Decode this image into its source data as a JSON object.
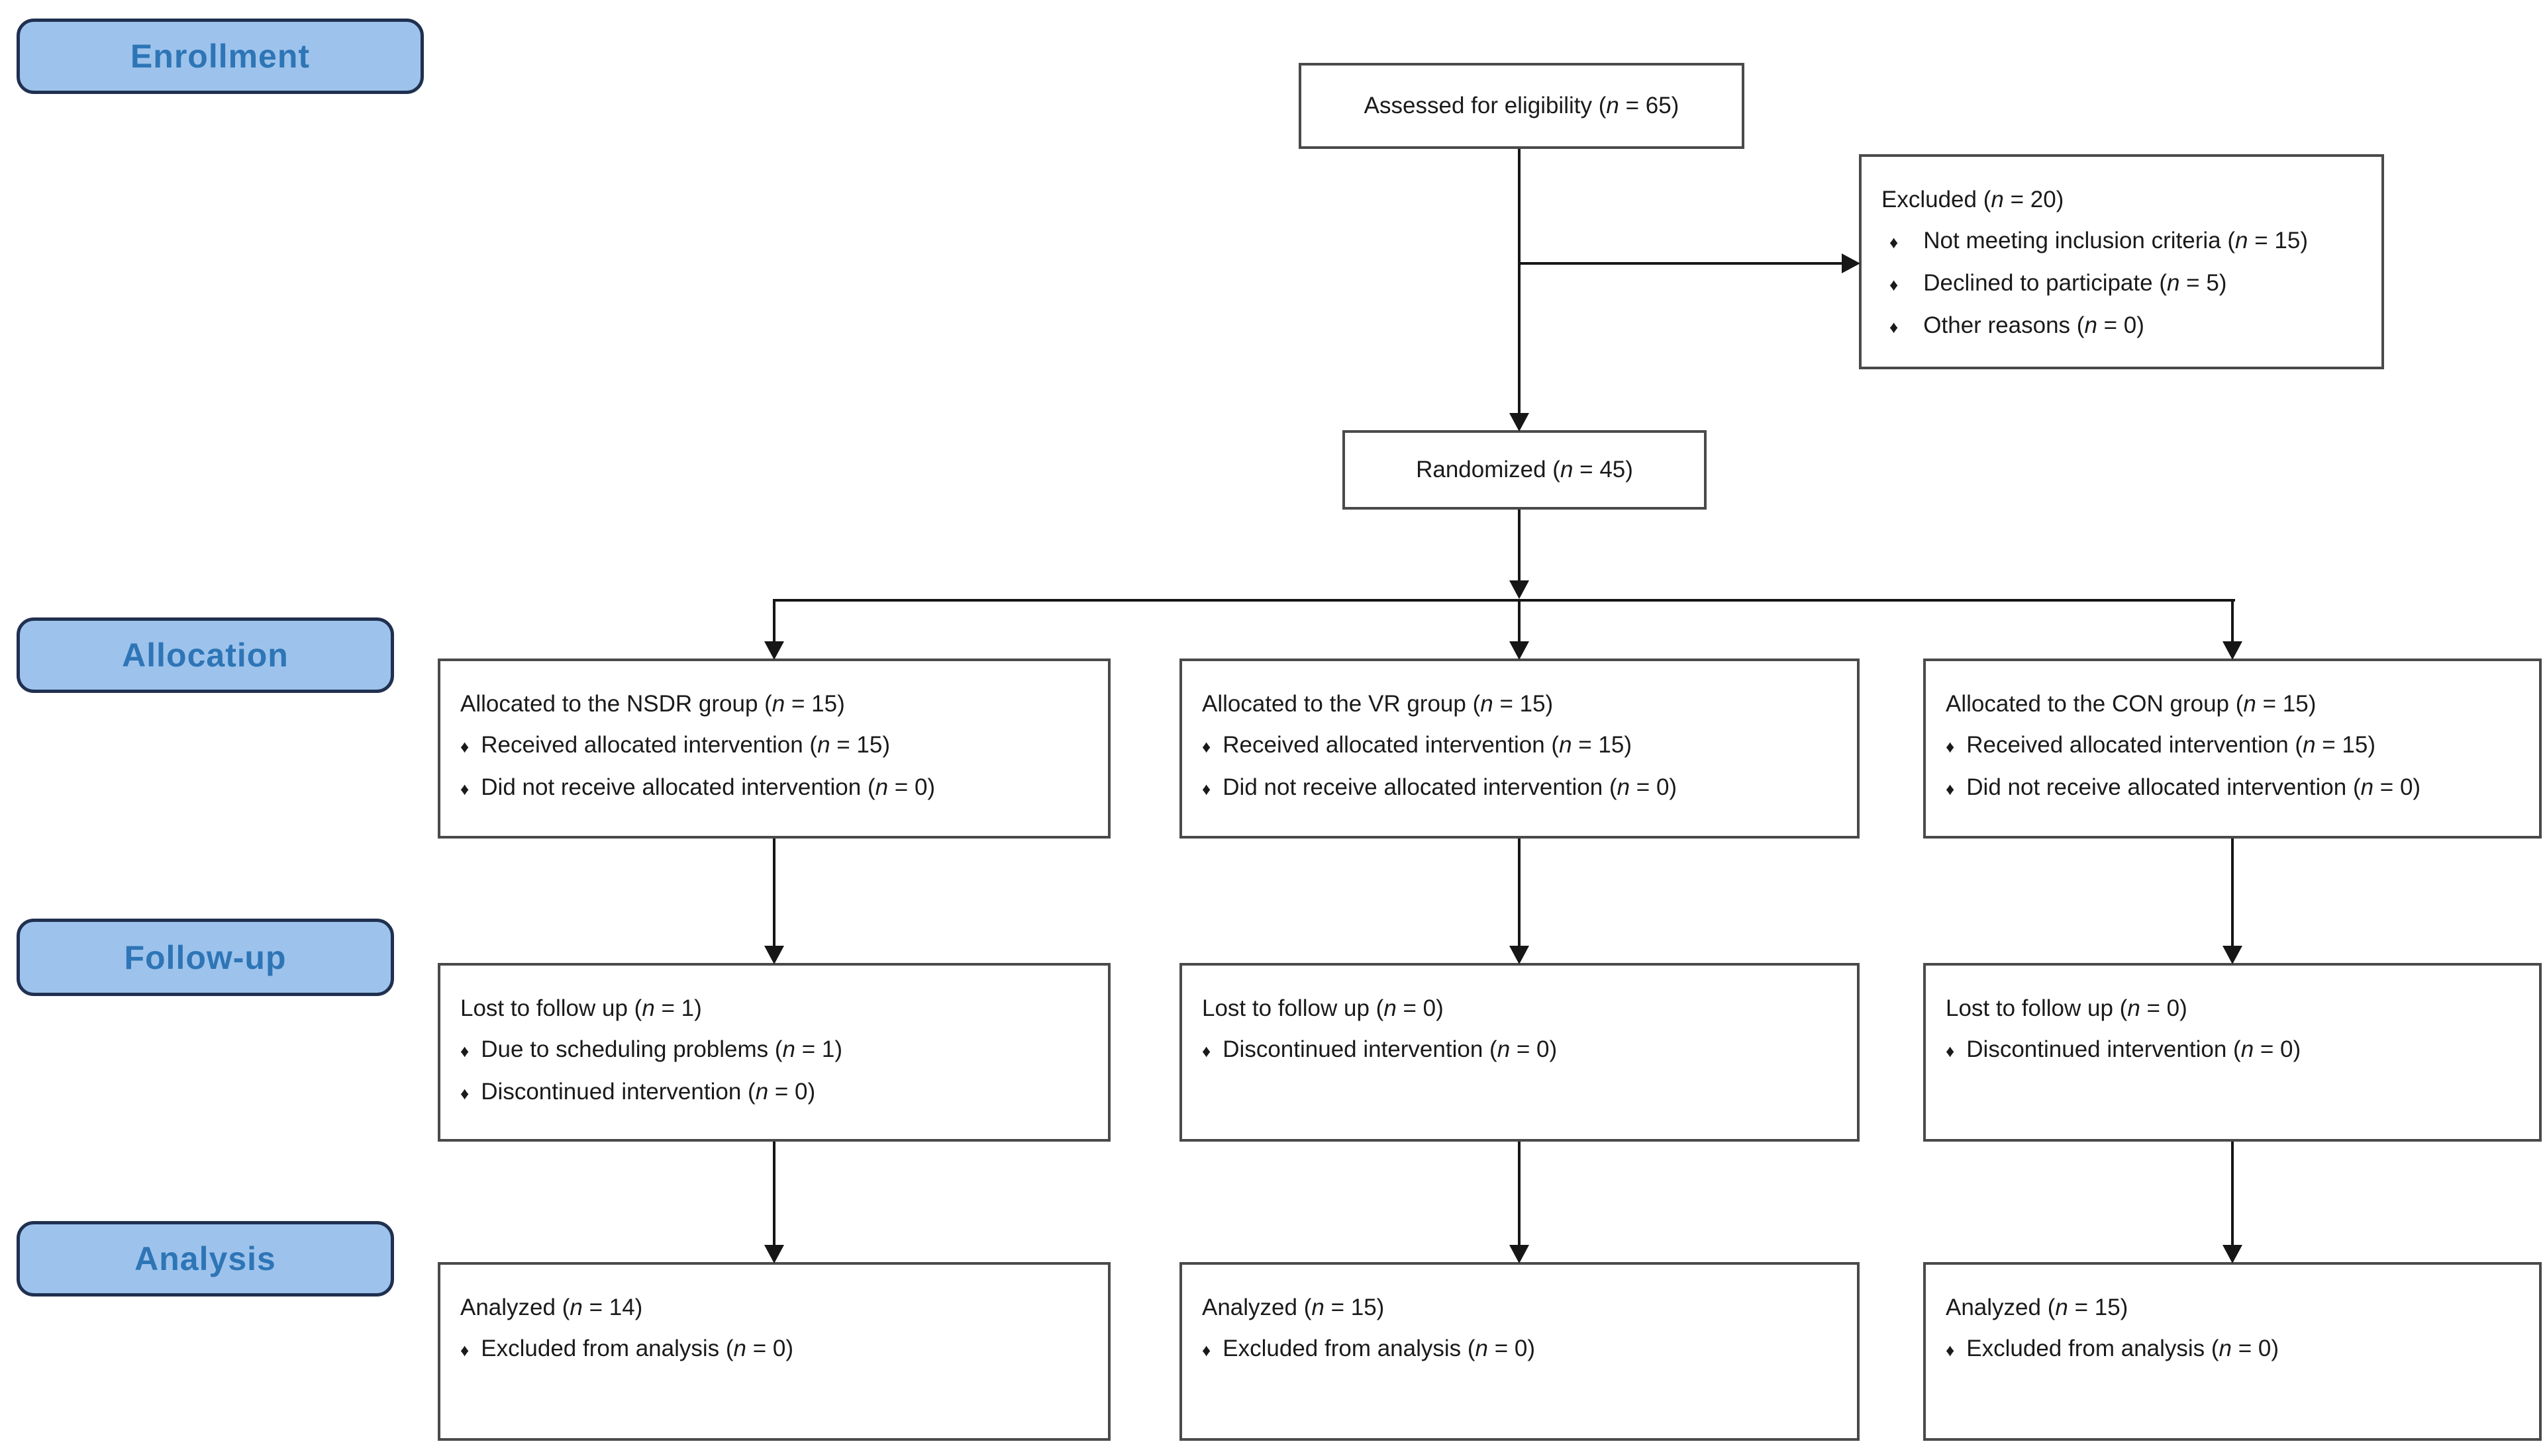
{
  "phases": {
    "enrollment": "Enrollment",
    "allocation": "Allocation",
    "followup": "Follow-up",
    "analysis": "Analysis"
  },
  "glyphs": {
    "bullet": "♦"
  },
  "colors": {
    "phase_fill": "#9DC3EC",
    "phase_text": "#2E75B6",
    "phase_border": "#203050",
    "box_border": "#4A4A4A",
    "connector": "#161616",
    "background": "#FFFFFF"
  },
  "boxes": {
    "assessed": {
      "text": "Assessed for eligibility (n = 65)"
    },
    "excluded": {
      "title": "Excluded (n = 20)",
      "bullets": [
        "Not meeting inclusion criteria (n = 15)",
        "Declined to participate (n = 5)",
        "Other reasons (n = 0)"
      ]
    },
    "randomized": {
      "text": "Randomized (n = 45)"
    },
    "allocation": [
      {
        "title": "Allocated to the NSDR group (n = 15)",
        "bullets": [
          "Received allocated intervention (n = 15)",
          "Did not receive allocated intervention (n = 0)"
        ]
      },
      {
        "title": "Allocated to the VR group (n = 15)",
        "bullets": [
          "Received allocated intervention (n = 15)",
          "Did not receive allocated intervention (n = 0)"
        ]
      },
      {
        "title": "Allocated to the CON group (n = 15)",
        "bullets": [
          "Received allocated intervention (n = 15)",
          "Did not receive allocated intervention (n = 0)"
        ]
      }
    ],
    "followup": [
      {
        "title": "Lost to follow up (n = 1)",
        "bullets": [
          "Due to scheduling problems (n = 1)",
          "Discontinued intervention (n = 0)"
        ]
      },
      {
        "title": "Lost to follow up (n = 0)",
        "bullets": [
          "Discontinued intervention (n = 0)"
        ]
      },
      {
        "title": "Lost to follow up (n = 0)",
        "bullets": [
          "Discontinued intervention (n = 0)"
        ]
      }
    ],
    "analysis": [
      {
        "title": "Analyzed (n = 14)",
        "bullets": [
          "Excluded from analysis (n = 0)"
        ]
      },
      {
        "title": "Analyzed (n = 15)",
        "bullets": [
          "Excluded from analysis (n = 0)"
        ]
      },
      {
        "title": "Analyzed (n = 15)",
        "bullets": [
          "Excluded from analysis (n = 0)"
        ]
      }
    ]
  }
}
